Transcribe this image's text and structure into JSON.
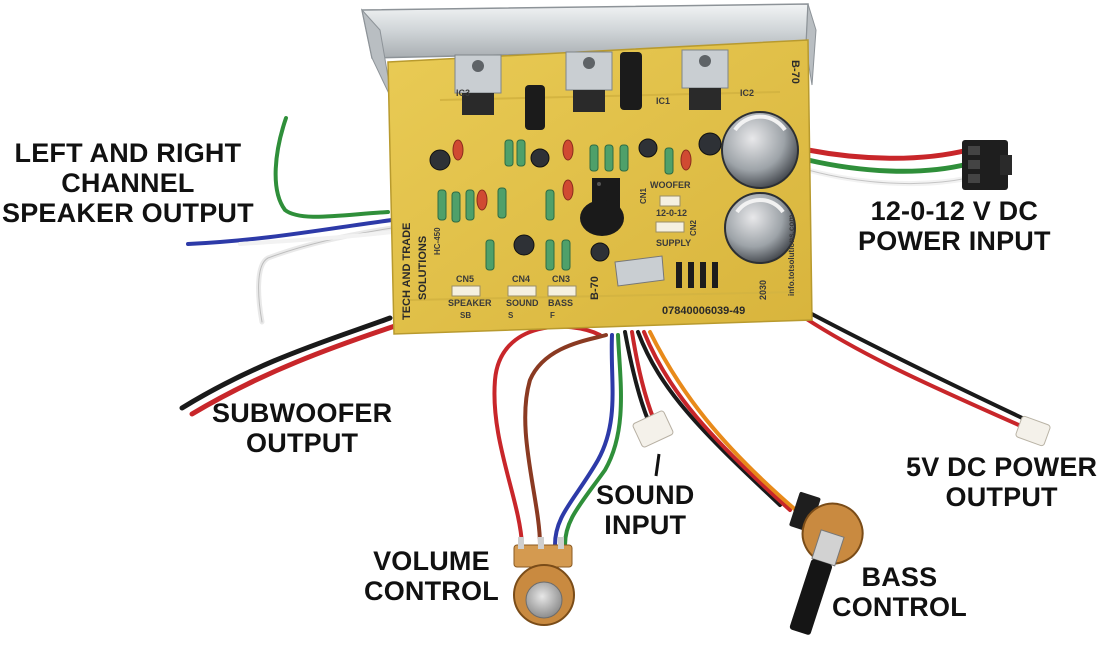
{
  "labels": {
    "speaker_output": [
      "LEFT AND RIGHT",
      "CHANNEL",
      "SPEAKER OUTPUT"
    ],
    "power_input": [
      "12-0-12 V DC",
      "POWER INPUT"
    ],
    "subwoofer_output": [
      "SUBWOOFER",
      "OUTPUT"
    ],
    "power_output": [
      "5V DC POWER",
      "OUTPUT"
    ],
    "sound_input": [
      "SOUND",
      "INPUT"
    ],
    "volume_control": [
      "VOLUME",
      "CONTROL"
    ],
    "bass_control": [
      "BASS",
      "CONTROL"
    ]
  },
  "board": {
    "brand": [
      "TECH AND TRADE",
      "SOLUTIONS"
    ],
    "model": "B-70",
    "model_side": "B-70",
    "phone": "07840006039-49",
    "website": "info.totsolutions.com",
    "woofer": "WOOFER",
    "supply_voltage": "12-0-12",
    "supply": "SUPPLY",
    "connectors": [
      {
        "id": "CN5",
        "name": "SPEAKER",
        "code": "SB"
      },
      {
        "id": "CN4",
        "name": "SOUND",
        "code": "S"
      },
      {
        "id": "CN3",
        "name": "BASS",
        "code": "F"
      }
    ],
    "cn1": "CN1",
    "cn2": "CN2",
    "ic_labels": [
      "IC3",
      "IC1",
      "IC2"
    ],
    "chip_label": "HC-450",
    "year": "2030"
  },
  "colors": {
    "pcb": "#e6c54a",
    "heatsink": "#d9dde0",
    "wire_red": "#c8262a",
    "wire_black": "#1a1a1a",
    "wire_green": "#2f8f3a",
    "wire_blue": "#2d3aa8",
    "wire_white": "#f4f4f4",
    "wire_orange": "#e88a1a",
    "wire_brown": "#8a3a22"
  }
}
